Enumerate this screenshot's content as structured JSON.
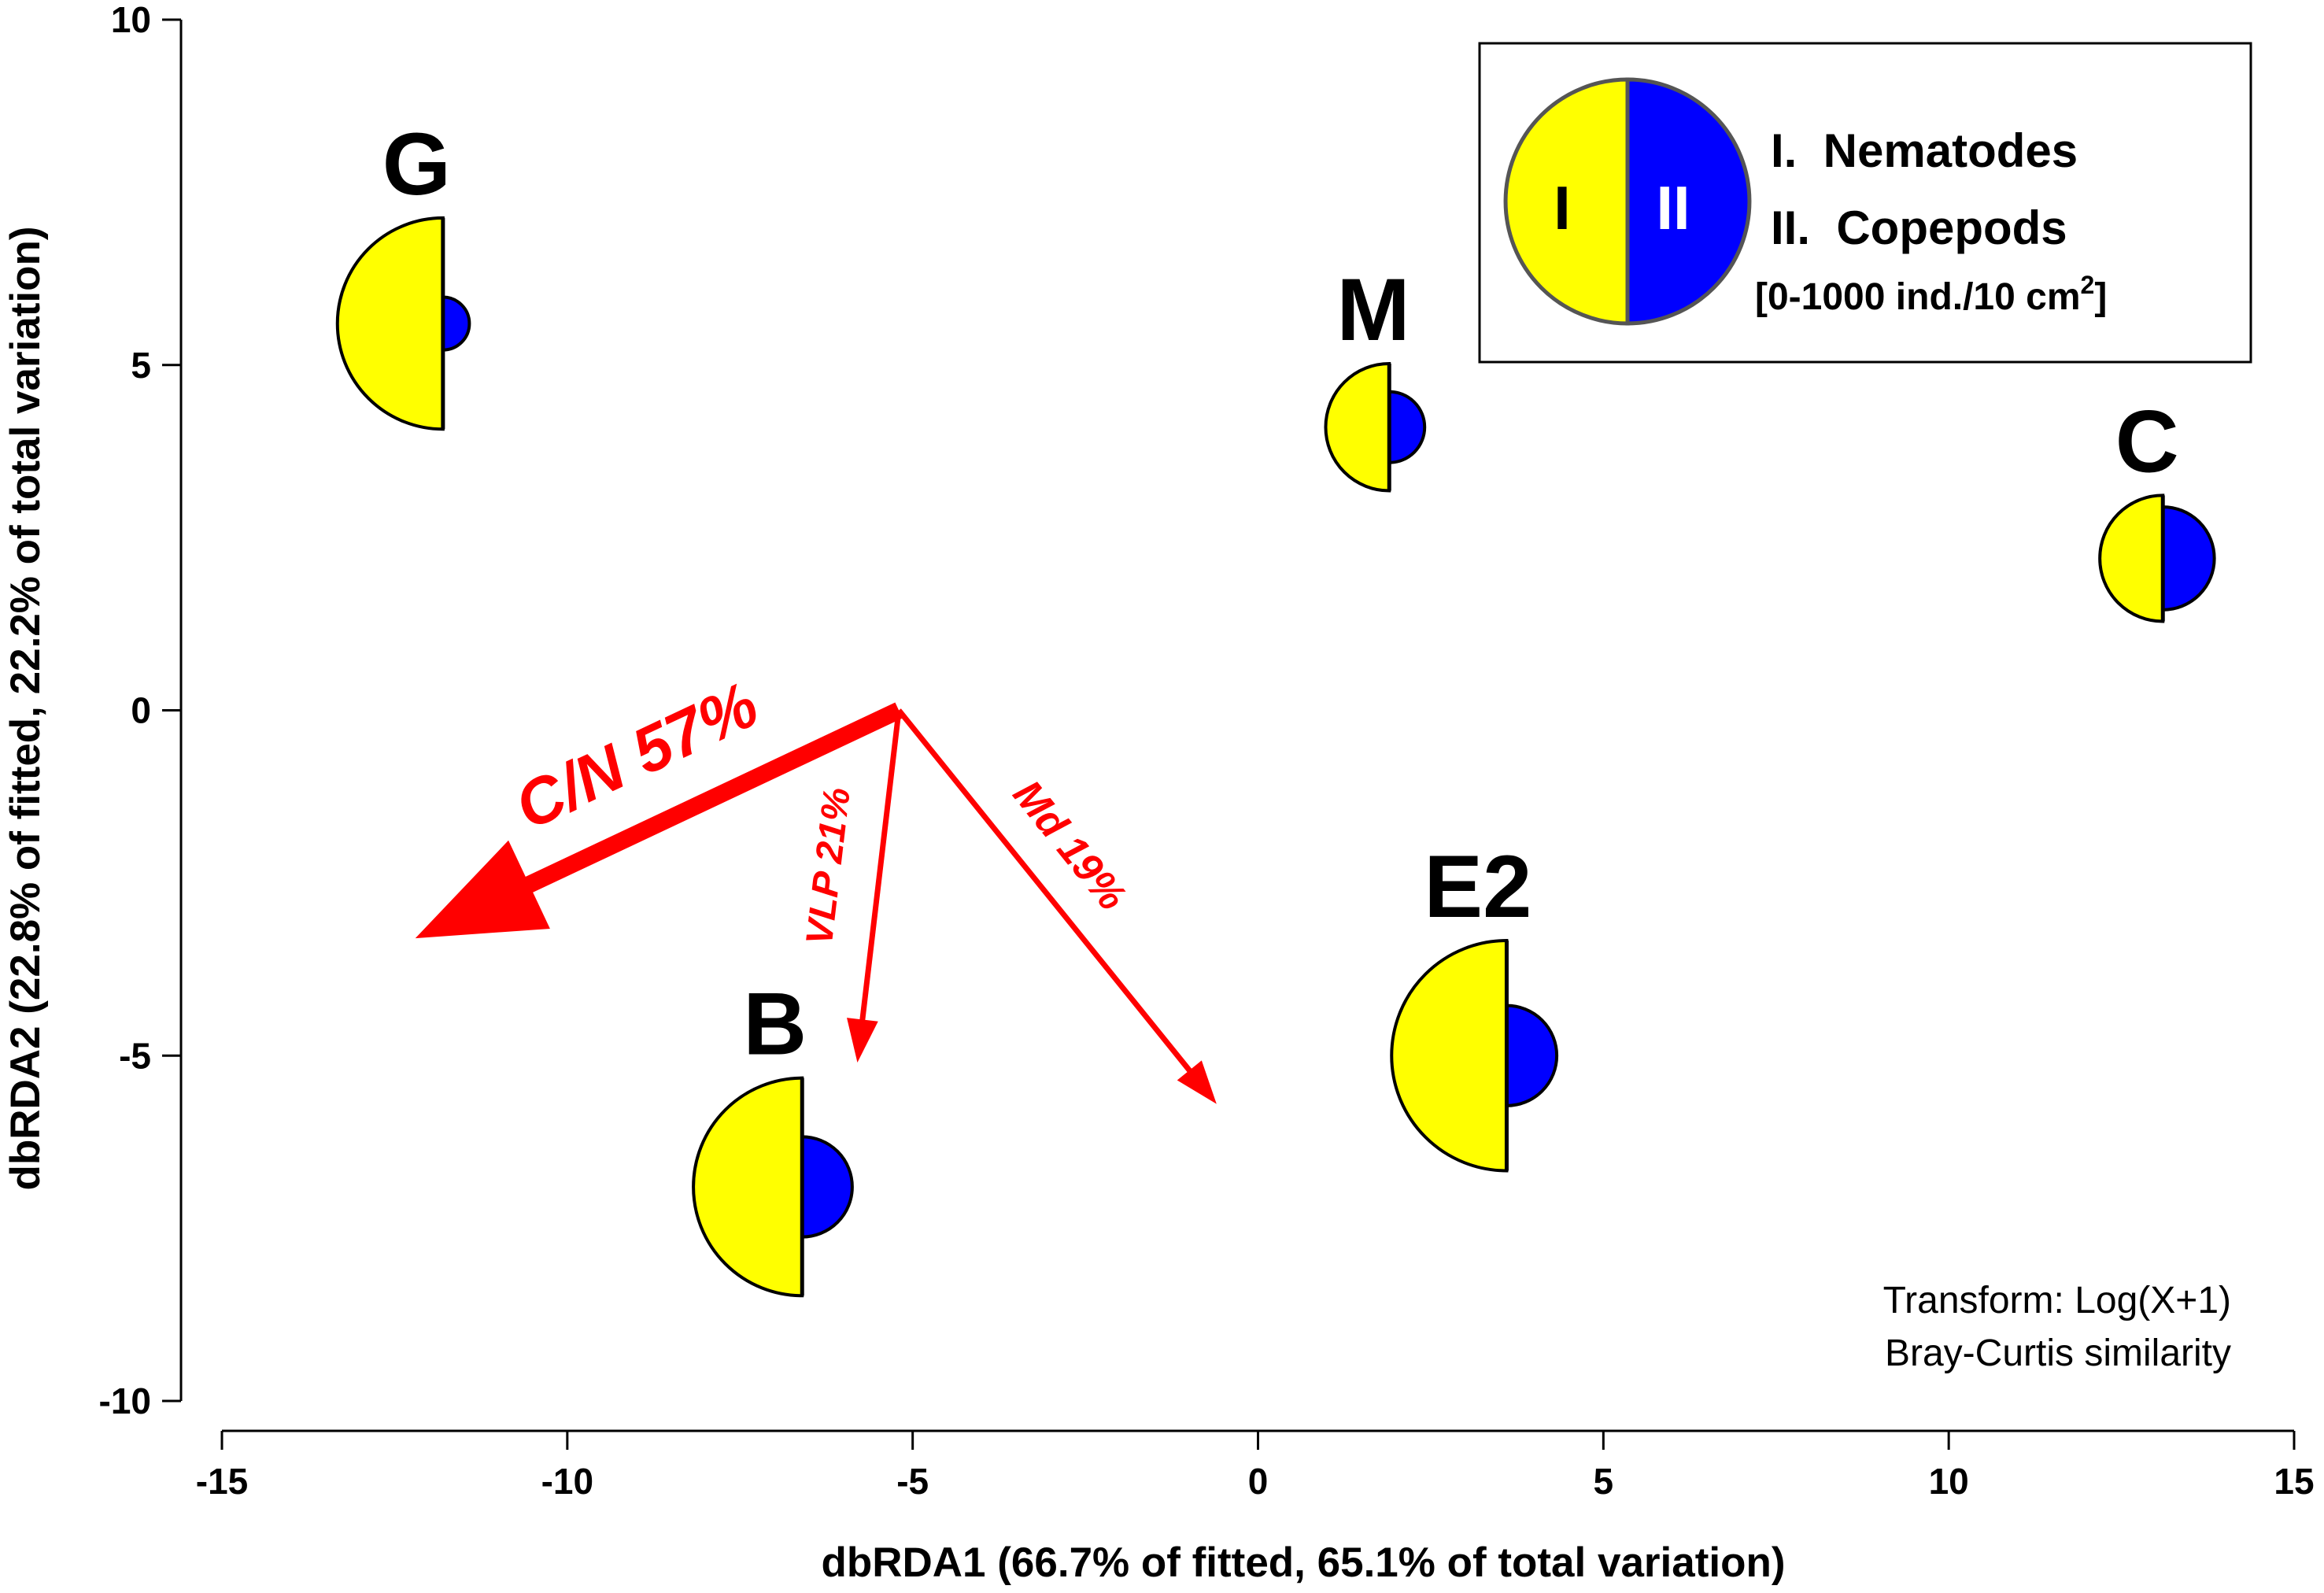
{
  "chart_data": {
    "type": "scatter",
    "xlabel": "dbRDA1 (66.7% of fitted, 65.1% of total variation)",
    "ylabel": "dbRDA2 (22.8% of fitted, 22.2% of total variation)",
    "xlim": [
      -15,
      15
    ],
    "ylim": [
      -10,
      10
    ],
    "xticks": [
      -15,
      -10,
      -5,
      0,
      5,
      10,
      15
    ],
    "yticks": [
      -10,
      -5,
      0,
      5,
      10
    ],
    "grid": false,
    "symbol_scale": "0-1000 ind./10 cm²",
    "points": [
      {
        "label": "G",
        "x": -11.8,
        "y": 5.6,
        "nematodes": 800,
        "copepods": 50
      },
      {
        "label": "M",
        "x": 1.9,
        "y": 4.1,
        "nematodes": 290,
        "copepods": 90
      },
      {
        "label": "C",
        "x": 13.1,
        "y": 2.2,
        "nematodes": 285,
        "copepods": 190
      },
      {
        "label": "E2",
        "x": 3.6,
        "y": -5.0,
        "nematodes": 950,
        "copepods": 180
      },
      {
        "label": "B",
        "x": -6.6,
        "y": -6.9,
        "nematodes": 850,
        "copepods": 180
      }
    ],
    "vectors": [
      {
        "label": "C/N",
        "percent": "57%",
        "from": [
          -5.2,
          0
        ],
        "to": [
          -12.2,
          -3.3
        ]
      },
      {
        "label": "VLP",
        "percent": "21%",
        "from": [
          -5.2,
          0
        ],
        "to": [
          -5.8,
          -5.1
        ]
      },
      {
        "label": "Md",
        "percent": "19%",
        "from": [
          -5.2,
          0
        ],
        "to": [
          -0.6,
          -5.7
        ]
      }
    ],
    "legend": {
      "placement": "top-right",
      "items": [
        {
          "numeral": "I",
          "label": "I.  Nematodes",
          "color": "#ffff00"
        },
        {
          "numeral": "II",
          "label": "II.  Copepods",
          "color": "#0000ff"
        }
      ],
      "range_label": "[0-1000 ind./10 cm",
      "range_sup": "2",
      "range_close": "]"
    },
    "annotation": [
      "Transform: Log(X+1)",
      "Bray-Curtis similarity"
    ],
    "colors": {
      "nematodes": "#ffff00",
      "copepods": "#0000ff",
      "vectors": "#ff0000",
      "axes": "#000000"
    }
  }
}
